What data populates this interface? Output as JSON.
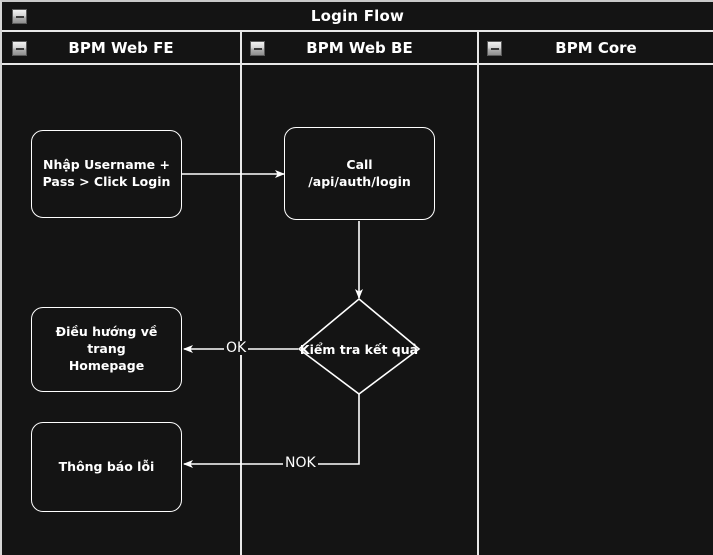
{
  "pool": {
    "title": "Login Flow",
    "collapse_icon": "minus-box-icon"
  },
  "lanes": [
    {
      "id": "fe",
      "label": "BPM Web FE",
      "collapse_icon": "minus-box-icon"
    },
    {
      "id": "be",
      "label": "BPM Web BE",
      "collapse_icon": "minus-box-icon"
    },
    {
      "id": "core",
      "label": "BPM Core",
      "collapse_icon": "minus-box-icon"
    }
  ],
  "nodes": [
    {
      "id": "input_login",
      "lane": "fe",
      "type": "task",
      "label": "Nhập Username +\nPass > Click Login"
    },
    {
      "id": "call_api",
      "lane": "be",
      "type": "task",
      "label": "Call /api/auth/login"
    },
    {
      "id": "check",
      "lane": "be",
      "type": "decision",
      "label": "Kiểm tra kết quả"
    },
    {
      "id": "go_home",
      "lane": "fe",
      "type": "task",
      "label": "Điều hướng về trang\nHomepage"
    },
    {
      "id": "show_error",
      "lane": "fe",
      "type": "task",
      "label": "Thông báo lỗi"
    }
  ],
  "edges": [
    {
      "from": "input_login",
      "to": "call_api",
      "label": ""
    },
    {
      "from": "call_api",
      "to": "check",
      "label": ""
    },
    {
      "from": "check",
      "to": "go_home",
      "label": "OK"
    },
    {
      "from": "check",
      "to": "show_error",
      "label": "NOK"
    }
  ],
  "node_text": {
    "input_login_l1": "Nhập Username +",
    "input_login_l2": "Pass > Click Login",
    "call_api": "Call /api/auth/login",
    "check": "Kiểm tra kết quả",
    "go_home_l1": "Điều hướng về trang",
    "go_home_l2": "Homepage",
    "show_error": "Thông báo lỗi"
  },
  "edge_labels": {
    "ok": "OK",
    "nok": "NOK"
  },
  "colors": {
    "background": "#141414",
    "stroke": "#ffffff",
    "lane_border": "#e8e8e8",
    "text": "#ffffff"
  }
}
